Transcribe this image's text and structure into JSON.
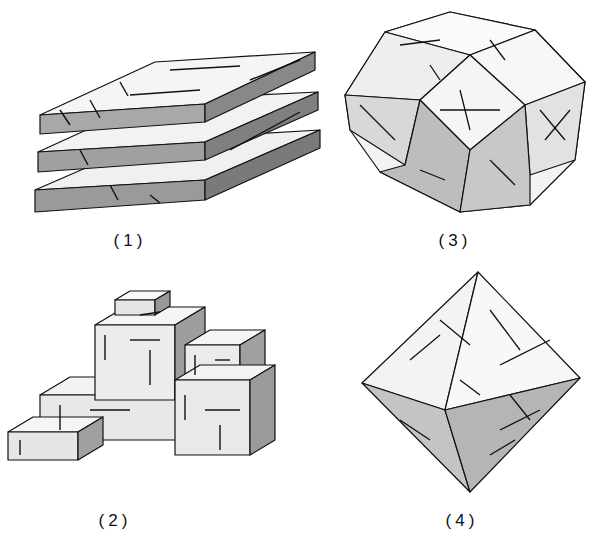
{
  "diagram": {
    "labels": [
      "(1)",
      "(3)",
      "(2)",
      "(4)"
    ]
  }
}
